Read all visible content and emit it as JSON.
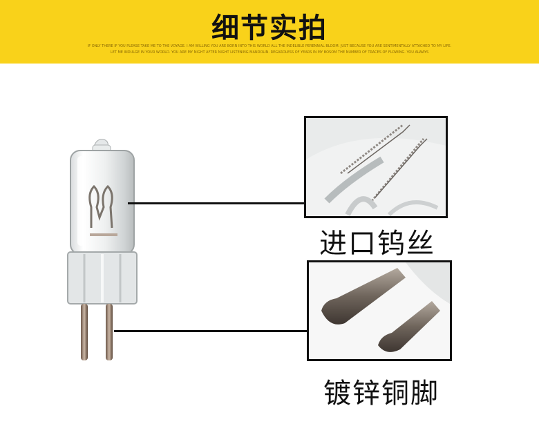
{
  "banner": {
    "title": "细节实拍",
    "small_line_1": "IF ONLY THERE IF YOU PLEASE TAKE ME TO THE VOYAGE. I AM WILLING YOU ARE BORN INTO THIS WORLD ALL THE INDELIBLE PERENNIAL BLOOM. JUST BECAUSE YOU ARE SENTIMENTALLY ATTACHED TO MY LIFE.",
    "small_line_2": "LET ME INDULGE IN YOUR WORLD. YOU ARE MY NIGHT AFTER NIGHT LISTENING MANDOLIN. REGARDLESS OF YEARS IN MY BOSOM THE NUMBER OF TRACES OF FLOWING. YOU ALWAYS",
    "color": "#f9d21a"
  },
  "details": [
    {
      "caption": "进口钨丝",
      "icon": "tungsten-filament-closeup"
    },
    {
      "caption": "镀锌铜脚",
      "icon": "galvanized-copper-pins-closeup"
    }
  ]
}
